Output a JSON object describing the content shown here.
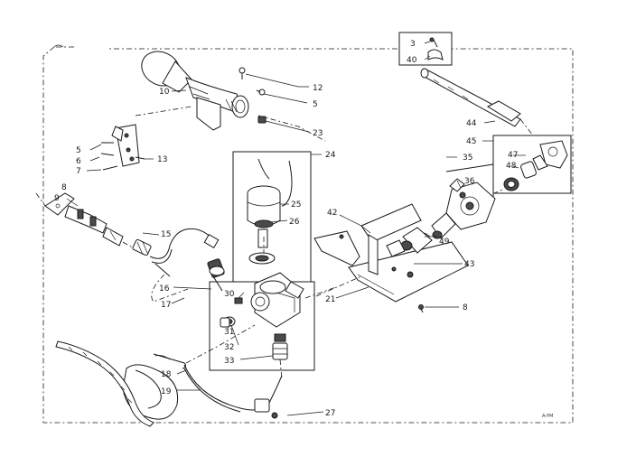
{
  "callouts": {
    "c10": "10",
    "c12": "12",
    "c5a": "5",
    "c23": "23",
    "c5b": "5",
    "c6": "6",
    "c7": "7",
    "c13": "13",
    "c8a": "8",
    "c9": "9",
    "c15": "15",
    "c16": "16",
    "c17": "17",
    "c24": "24",
    "c25": "25",
    "c26": "26",
    "c30": "30",
    "c31": "31",
    "c32": "32",
    "c33": "33",
    "c18": "18",
    "c19": "19",
    "c27": "27",
    "c3": "3",
    "c40": "40",
    "c44": "44",
    "c45": "45",
    "c47": "47",
    "c48": "48",
    "c35": "35",
    "c36": "36",
    "c49": "49",
    "c42": "42",
    "c43": "43",
    "c21": "21",
    "c8b": "8"
  },
  "corner_code": "A-PM"
}
